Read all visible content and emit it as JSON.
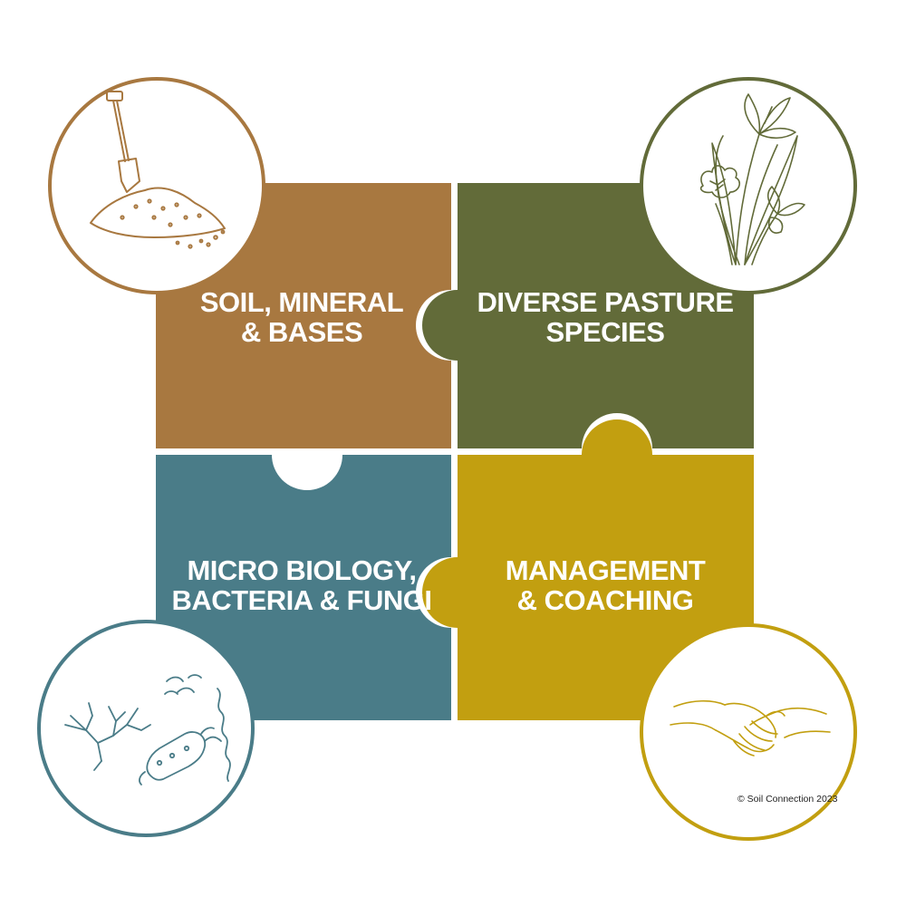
{
  "colors": {
    "soil": "#A87840",
    "pasture": "#626B39",
    "biology": "#4A7C88",
    "management": "#C29F10",
    "background": "#FFFFFF"
  },
  "pieces": {
    "soil": {
      "line1": "SOIL, MINERAL",
      "line2": "& BASES",
      "icon": "shovel-in-soil-icon"
    },
    "pasture": {
      "line1": "DIVERSE PASTURE",
      "line2": "SPECIES",
      "icon": "flowers-icon"
    },
    "biology": {
      "line1": "MICRO BIOLOGY,",
      "line2": "BACTERIA & FUNGI",
      "icon": "microbes-icon"
    },
    "management": {
      "line1": "MANAGEMENT",
      "line2": "& COACHING",
      "icon": "handshake-icon"
    }
  },
  "footer": {
    "credit": "© Soil Connection 2023"
  }
}
